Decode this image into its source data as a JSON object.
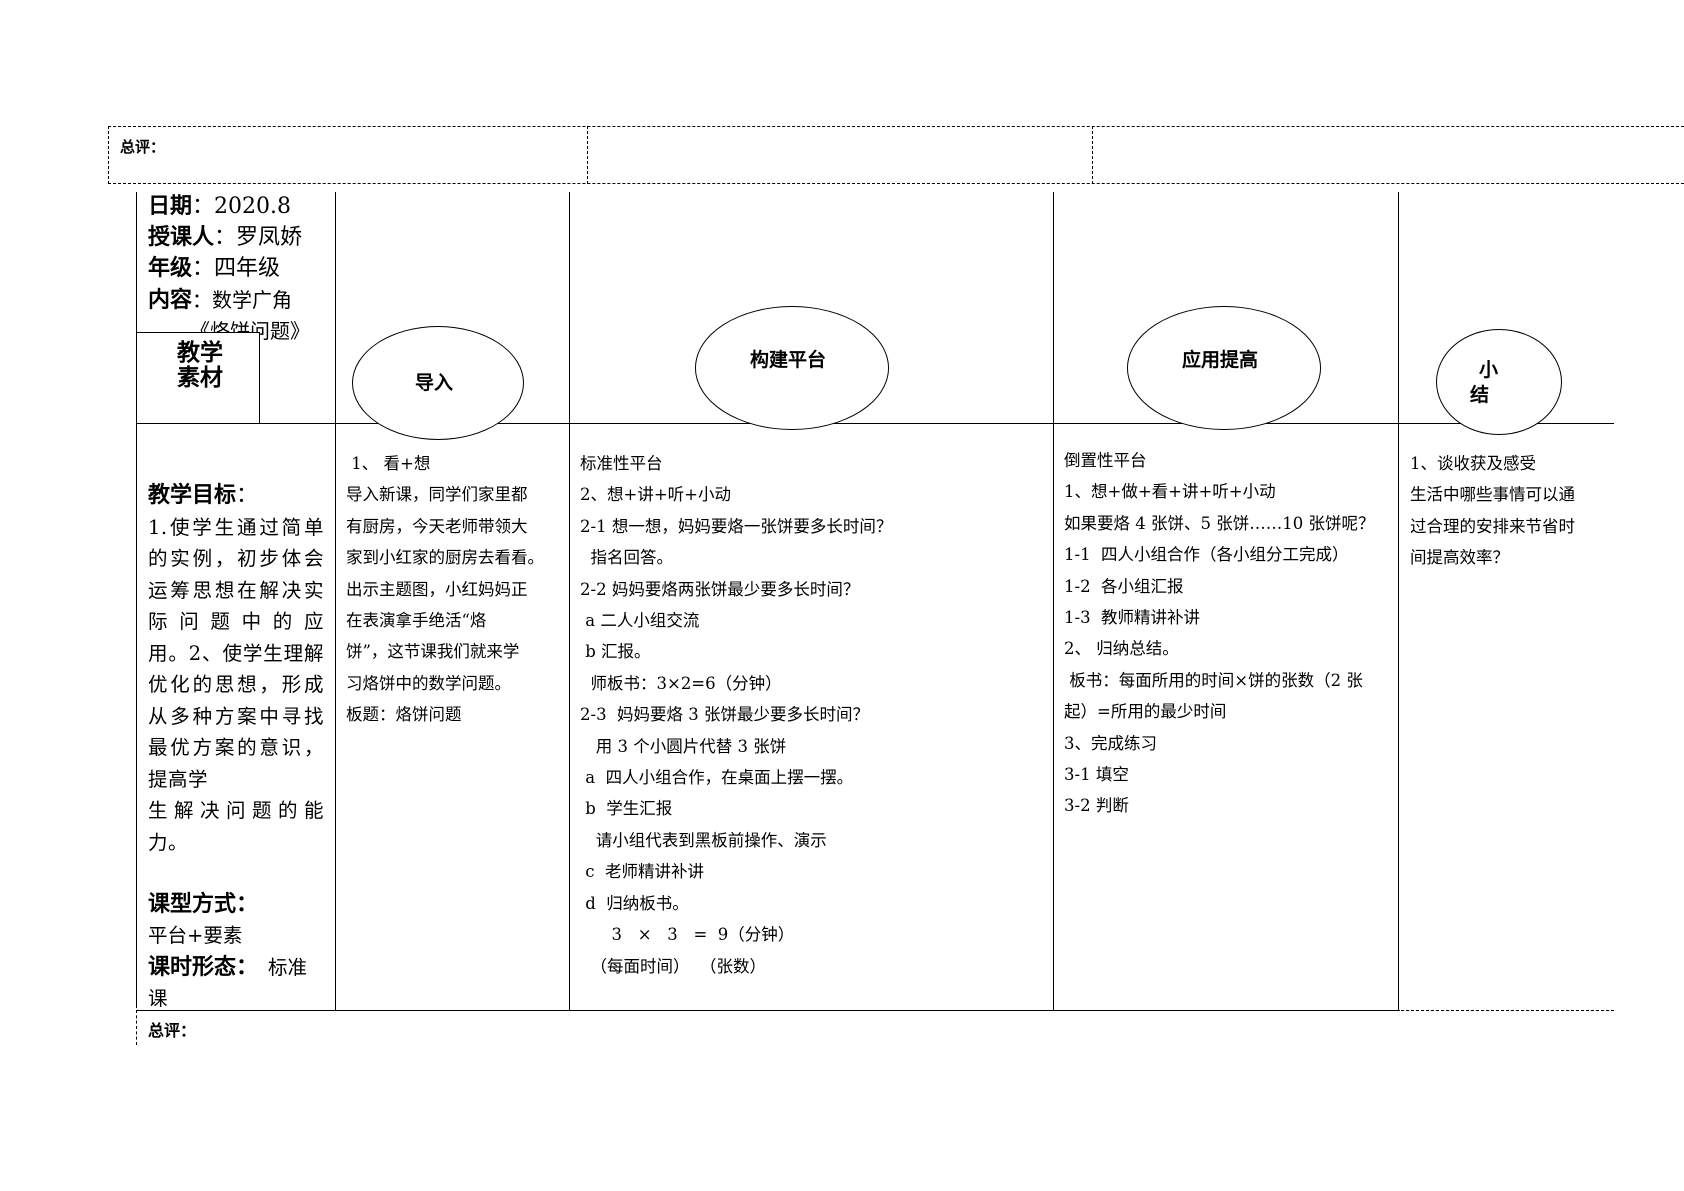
{
  "top_review_label": "总评：",
  "bottom_review_label": "总评：",
  "info": {
    "date_label": "日期",
    "date_value": "：2020.8",
    "teacher_label": "授课人",
    "teacher_value": "：罗凤娇",
    "grade_label": "年级",
    "grade_value": "：四年级",
    "content_label": "内容",
    "content_value": "：数学广角",
    "content_title": "《烙饼问题》"
  },
  "material_box": [
    "教学",
    "素材"
  ],
  "stages": {
    "intro": "导入",
    "build": "构建平台",
    "apply": "应用提高",
    "summary": [
      "小",
      "结"
    ]
  },
  "left": {
    "goals_heading": "教学目标",
    "goals_colon": "：",
    "goal_lines": [
      "1.使学生通过简单",
      "的实例，初步体会",
      "运筹思想在解决实",
      "际问题中的应",
      "用。2、使学生理解",
      "优化的思想，形成",
      "从多种方案中寻找",
      "最优方案的意识，",
      "提高学",
      "生解决问题的能",
      "力。"
    ],
    "type_heading": "课型方式：",
    "type_value": "平台+要素",
    "form_heading": "课时形态：",
    "form_value_1": "标准",
    "form_value_2": "课"
  },
  "col_intro": [
    " 1、 看+想",
    "导入新课，同学们家里都",
    "有厨房，今天老师带领大",
    "家到小红家的厨房去看看。",
    "出示主题图，小红妈妈正",
    "在表演拿手绝活“烙",
    "饼”，这节课我们就来学",
    "习烙饼中的数学问题。",
    "板题：烙饼问题"
  ],
  "col_build": [
    "标准性平台",
    "2、想+讲+听+小动",
    "2-1 想一想，妈妈要烙一张饼要多长时间？",
    "  指名回答。",
    "2-2 妈妈要烙两张饼最少要多长时间？",
    " a 二人小组交流",
    " b 汇报。",
    "  师板书：3×2=6（分钟）",
    "2-3  妈妈要烙 3 张饼最少要多长时间？",
    "   用 3 个小圆片代替 3 张饼",
    " a  四人小组合作，在桌面上摆一摆。",
    " b  学生汇报",
    "   请小组代表到黑板前操作、演示",
    " c  老师精讲补讲",
    " d  归纳板书。",
    "      3   ×   3   =  9（分钟）",
    "  （每面时间）  （张数）"
  ],
  "col_apply": [
    "倒置性平台",
    "1、想+做+看+讲+听+小动",
    "如果要烙 4 张饼、5 张饼……10 张饼呢？",
    "1-1  四人小组合作（各小组分工完成）",
    "1-2  各小组汇报",
    "1-3  教师精讲补讲",
    "2、 归纳总结。",
    " 板书：每面所用的时间×饼的张数（2 张",
    "起）=所用的最少时间",
    "3、完成练习",
    "3-1 填空",
    "3-2 判断"
  ],
  "col_summary": [
    "1、谈收获及感受",
    "生活中哪些事情可以通",
    "过合理的安排来节省时",
    "间提高效率？"
  ]
}
